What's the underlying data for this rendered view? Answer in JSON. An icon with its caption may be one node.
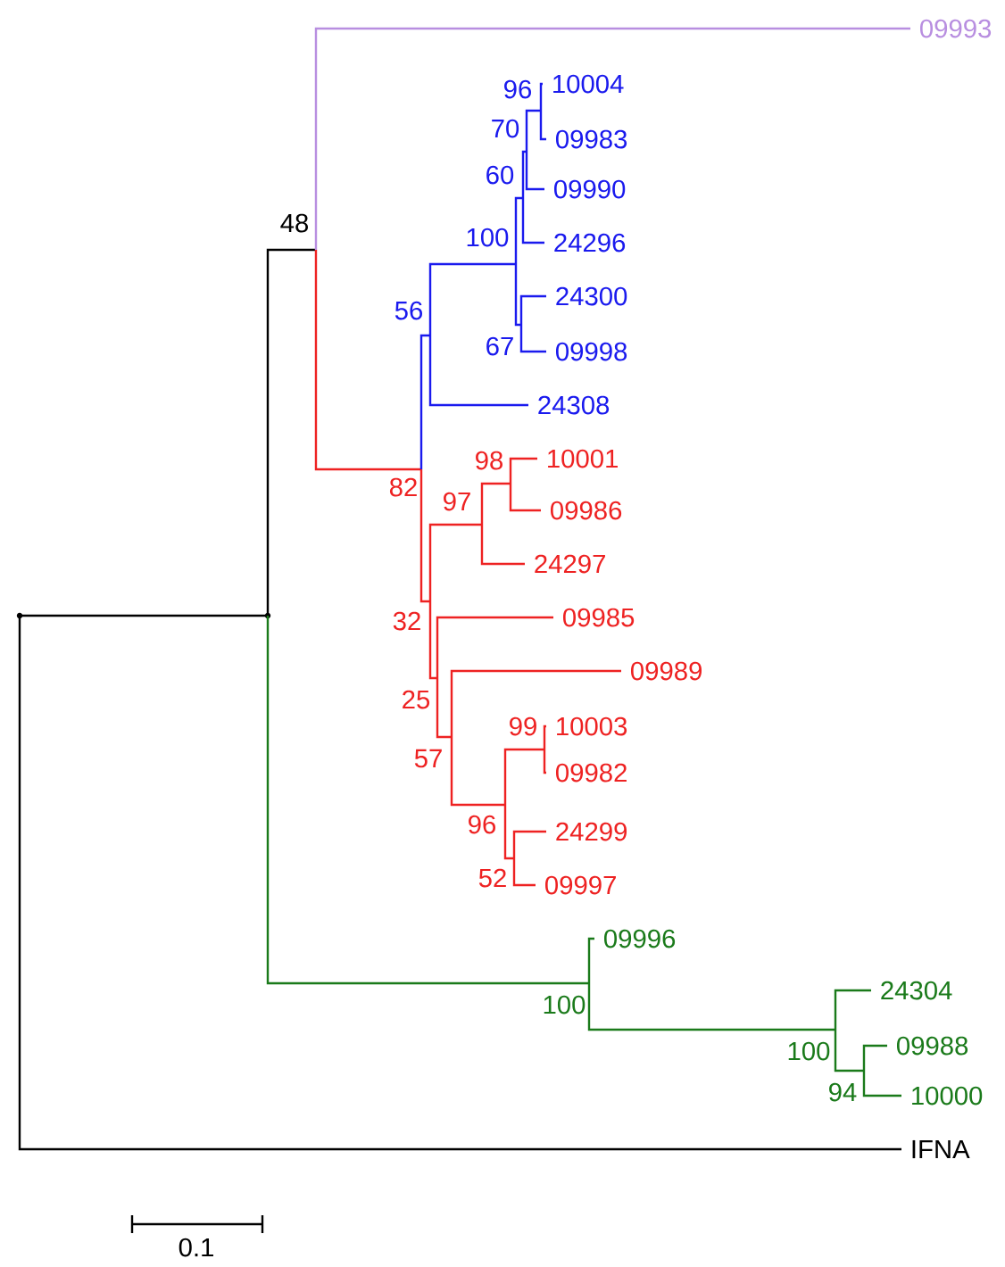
{
  "diagram": {
    "nodes": [
      {
        "text": [],
        "shape": "point"
      },
      {
        "text": [],
        "shape": "point"
      },
      {
        "text": [
          "48"
        ]
      },
      {
        "text": [
          "09993"
        ]
      },
      {
        "text": [
          "82"
        ]
      },
      {
        "text": [
          "56"
        ]
      },
      {
        "text": [
          "100"
        ]
      },
      {
        "text": [
          "60"
        ]
      },
      {
        "text": [
          "70"
        ]
      },
      {
        "text": [
          "96"
        ]
      },
      {
        "text": [
          "10004"
        ]
      },
      {
        "text": [
          "09983"
        ]
      },
      {
        "text": [
          "09990"
        ]
      },
      {
        "text": [
          "24296"
        ]
      },
      {
        "text": [
          "67"
        ]
      },
      {
        "text": [
          "24300"
        ]
      },
      {
        "text": [
          "09998"
        ]
      },
      {
        "text": [
          "24308"
        ]
      },
      {
        "text": [
          "32"
        ]
      },
      {
        "text": [
          "97"
        ]
      },
      {
        "text": [
          "98"
        ]
      },
      {
        "text": [
          "10001"
        ]
      },
      {
        "text": [
          "09986"
        ]
      },
      {
        "text": [
          "24297"
        ]
      },
      {
        "text": [
          "25"
        ]
      },
      {
        "text": [
          "09985"
        ]
      },
      {
        "text": [
          "57"
        ]
      },
      {
        "text": [
          "09989"
        ]
      },
      {
        "text": [
          "96"
        ]
      },
      {
        "text": [
          "99"
        ]
      },
      {
        "text": [
          "10003"
        ]
      },
      {
        "text": [
          "09982"
        ]
      },
      {
        "text": [
          "52"
        ]
      },
      {
        "text": [
          "24299"
        ]
      },
      {
        "text": [
          "09997"
        ]
      },
      {
        "text": [
          "100"
        ]
      },
      {
        "text": [
          "09996"
        ]
      },
      {
        "text": [
          "100"
        ]
      },
      {
        "text": [
          "24304"
        ]
      },
      {
        "text": [
          "94"
        ]
      },
      {
        "text": [
          "09988"
        ]
      },
      {
        "text": [
          "10000"
        ]
      },
      {
        "text": [
          "IFNA"
        ]
      }
    ],
    "edges": [
      {
        "from": 0,
        "to": 1,
        "arrow": "none",
        "color": "#000000"
      },
      {
        "from": 0,
        "to": 42,
        "arrow": "none",
        "color": "#000000"
      },
      {
        "from": 1,
        "to": 2,
        "arrow": "none",
        "color": "#000000"
      },
      {
        "from": 1,
        "to": 35,
        "arrow": "none",
        "color": "#1a7a1a"
      },
      {
        "from": 2,
        "to": 3,
        "arrow": "none",
        "color": "#b88ee0"
      },
      {
        "from": 2,
        "to": 4,
        "arrow": "none",
        "color": "#ee2222"
      },
      {
        "from": 4,
        "to": 5,
        "arrow": "none",
        "color": "#1a1aee"
      },
      {
        "from": 4,
        "to": 18,
        "arrow": "none",
        "color": "#ee2222"
      },
      {
        "from": 5,
        "to": 6,
        "arrow": "none",
        "color": "#1a1aee"
      },
      {
        "from": 5,
        "to": 17,
        "arrow": "none",
        "color": "#1a1aee"
      },
      {
        "from": 6,
        "to": 7,
        "arrow": "none",
        "color": "#1a1aee"
      },
      {
        "from": 6,
        "to": 14,
        "arrow": "none",
        "color": "#1a1aee"
      },
      {
        "from": 7,
        "to": 8,
        "arrow": "none",
        "color": "#1a1aee"
      },
      {
        "from": 7,
        "to": 13,
        "arrow": "none",
        "color": "#1a1aee"
      },
      {
        "from": 8,
        "to": 9,
        "arrow": "none",
        "color": "#1a1aee"
      },
      {
        "from": 8,
        "to": 12,
        "arrow": "none",
        "color": "#1a1aee"
      },
      {
        "from": 9,
        "to": 10,
        "arrow": "none",
        "color": "#1a1aee"
      },
      {
        "from": 9,
        "to": 11,
        "arrow": "none",
        "color": "#1a1aee"
      },
      {
        "from": 14,
        "to": 15,
        "arrow": "none",
        "color": "#1a1aee"
      },
      {
        "from": 14,
        "to": 16,
        "arrow": "none",
        "color": "#1a1aee"
      },
      {
        "from": 18,
        "to": 19,
        "arrow": "none",
        "color": "#ee2222"
      },
      {
        "from": 18,
        "to": 24,
        "arrow": "none",
        "color": "#ee2222"
      },
      {
        "from": 19,
        "to": 20,
        "arrow": "none",
        "color": "#ee2222"
      },
      {
        "from": 19,
        "to": 23,
        "arrow": "none",
        "color": "#ee2222"
      },
      {
        "from": 20,
        "to": 21,
        "arrow": "none",
        "color": "#ee2222"
      },
      {
        "from": 20,
        "to": 22,
        "arrow": "none",
        "color": "#ee2222"
      },
      {
        "from": 24,
        "to": 25,
        "arrow": "none",
        "color": "#ee2222"
      },
      {
        "from": 24,
        "to": 26,
        "arrow": "none",
        "color": "#ee2222"
      },
      {
        "from": 26,
        "to": 27,
        "arrow": "none",
        "color": "#ee2222"
      },
      {
        "from": 26,
        "to": 28,
        "arrow": "none",
        "color": "#ee2222"
      },
      {
        "from": 28,
        "to": 29,
        "arrow": "none",
        "color": "#ee2222"
      },
      {
        "from": 28,
        "to": 32,
        "arrow": "none",
        "color": "#ee2222"
      },
      {
        "from": 29,
        "to": 30,
        "arrow": "none",
        "color": "#ee2222"
      },
      {
        "from": 29,
        "to": 31,
        "arrow": "none",
        "color": "#ee2222"
      },
      {
        "from": 32,
        "to": 33,
        "arrow": "none",
        "color": "#ee2222"
      },
      {
        "from": 32,
        "to": 34,
        "arrow": "none",
        "color": "#ee2222"
      },
      {
        "from": 35,
        "to": 36,
        "arrow": "none",
        "color": "#1a7a1a"
      },
      {
        "from": 35,
        "to": 37,
        "arrow": "none",
        "color": "#1a7a1a"
      },
      {
        "from": 37,
        "to": 38,
        "arrow": "none",
        "color": "#1a7a1a"
      },
      {
        "from": 37,
        "to": 39,
        "arrow": "none",
        "color": "#1a7a1a"
      },
      {
        "from": 39,
        "to": 40,
        "arrow": "none",
        "color": "#1a7a1a"
      },
      {
        "from": 39,
        "to": 41,
        "arrow": "none",
        "color": "#1a7a1a"
      }
    ],
    "labels": [
      "0.1"
    ]
  }
}
